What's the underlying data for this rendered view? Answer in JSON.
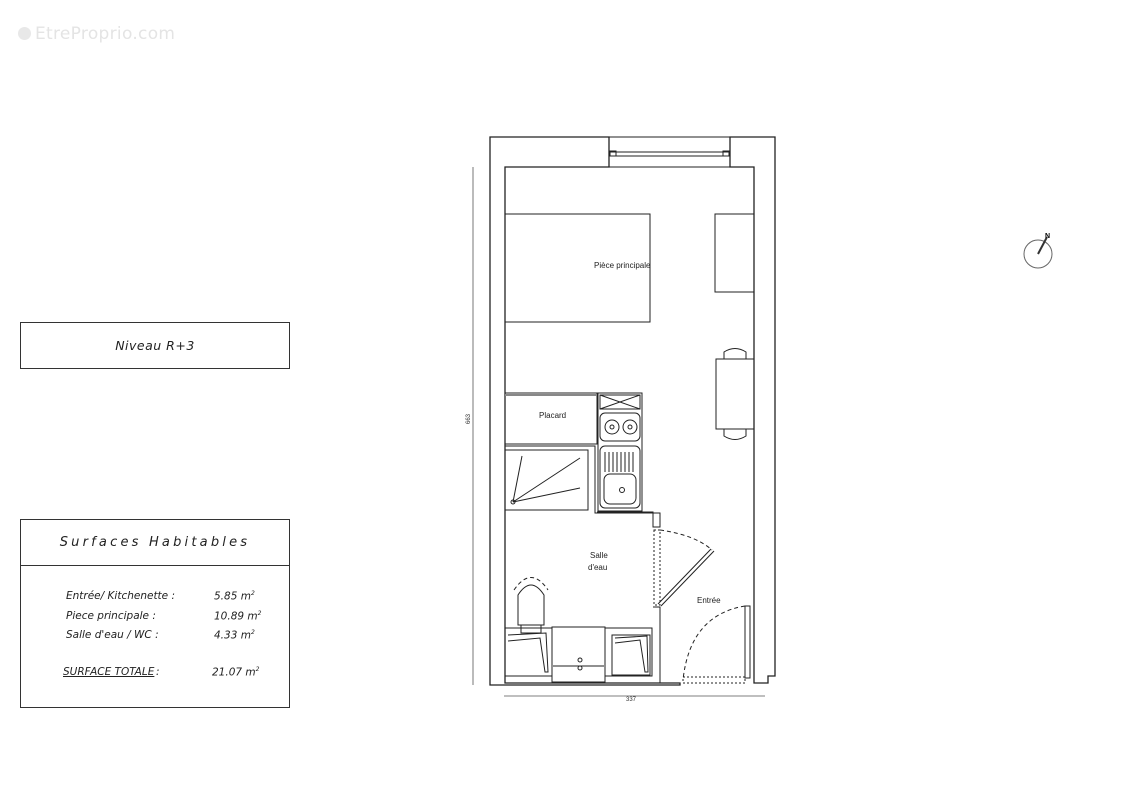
{
  "watermark": {
    "text": "EtreProprio.com",
    "icon": "logo-circle-icon"
  },
  "level": {
    "label": "Niveau R+3"
  },
  "surfaces": {
    "title": "Surfaces Habitables",
    "rows": [
      {
        "label": "Entrée/ Kitchenette :",
        "value": "5.85 m",
        "unit_sup": "2"
      },
      {
        "label": "Piece principale :",
        "value": "10.89 m",
        "unit_sup": "2"
      },
      {
        "label": "Salle d'eau / WC :",
        "value": "4.33 m",
        "unit_sup": "2"
      }
    ],
    "total": {
      "label": "SURFACE TOTALE",
      "sep": " :",
      "value": "21.07  m",
      "unit_sup": "2"
    }
  },
  "plan": {
    "rooms": {
      "main": "Pièce principale",
      "closet": "Placard",
      "bath_line1": "Salle",
      "bath_line2": "d'eau",
      "entry": "Entrée"
    },
    "dimensions": {
      "height": "663",
      "width": "337"
    },
    "compass": {
      "label": "N"
    }
  },
  "colors": {
    "line": "#222222",
    "watermark": "#e4e4e4",
    "background": "#ffffff"
  }
}
